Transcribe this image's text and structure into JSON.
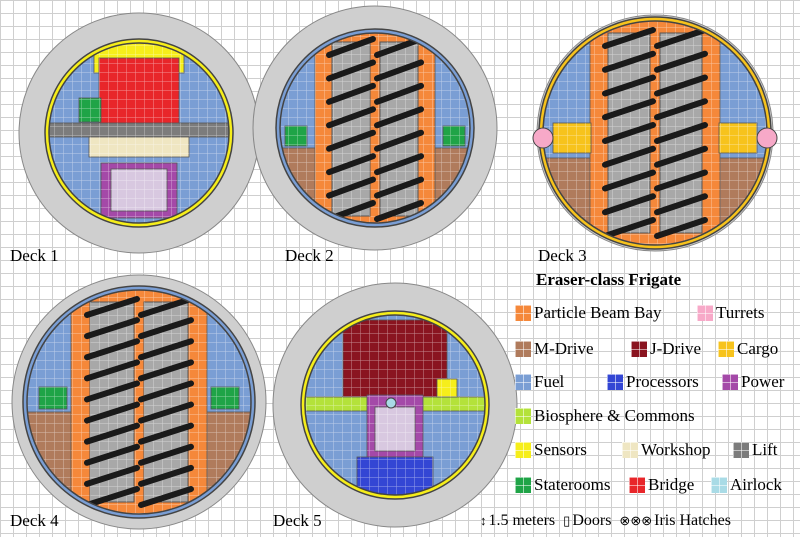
{
  "title": "Eraser-class Frigate",
  "decks": [
    {
      "label": "Deck 1"
    },
    {
      "label": "Deck 2"
    },
    {
      "label": "Deck 3"
    },
    {
      "label": "Deck 4"
    },
    {
      "label": "Deck 5"
    }
  ],
  "legend": [
    {
      "label": "Particle Beam Bay",
      "color": "#f5883a",
      "icon": "particle-beam-bay-swatch"
    },
    {
      "label": "Turrets",
      "color": "#f7a9c8",
      "icon": "turrets-swatch"
    },
    {
      "label": "M-Drive",
      "color": "#b07b5c",
      "icon": "m-drive-swatch"
    },
    {
      "label": "J-Drive",
      "color": "#8a1420",
      "icon": "j-drive-swatch"
    },
    {
      "label": "Cargo",
      "color": "#f7c31c",
      "icon": "cargo-swatch"
    },
    {
      "label": "Fuel",
      "color": "#7a9ed4",
      "icon": "fuel-swatch"
    },
    {
      "label": "Processors",
      "color": "#3346d4",
      "icon": "processors-swatch"
    },
    {
      "label": "Power",
      "color": "#a449a8",
      "icon": "power-swatch"
    },
    {
      "label": "Biosphere & Commons",
      "color": "#b4e23a",
      "icon": "biosphere-swatch"
    },
    {
      "label": "Sensors",
      "color": "#f6ee1a",
      "icon": "sensors-swatch"
    },
    {
      "label": "Workshop",
      "color": "#efe6c2",
      "icon": "workshop-swatch"
    },
    {
      "label": "Lift",
      "color": "#7c7c7c",
      "icon": "lift-swatch"
    },
    {
      "label": "Staterooms",
      "color": "#1fa447",
      "icon": "staterooms-swatch"
    },
    {
      "label": "Bridge",
      "color": "#e8262a",
      "icon": "bridge-swatch"
    },
    {
      "label": "Airlock",
      "color": "#a9dbe6",
      "icon": "airlock-swatch"
    }
  ],
  "notes": {
    "scale": "1.5 meters",
    "scale_icon": "↕",
    "doors": "Doors",
    "doors_icon": "▯",
    "iris": "Iris Hatches",
    "iris_icon": "⊗⊗⊗"
  },
  "colors": {
    "hull": "#cfcfcf",
    "outline": "#444444",
    "fuel": "#7a9ed4",
    "beam": "#f5883a",
    "sensor": "#f6ee1a",
    "bar": "#1a1a1a",
    "slot": "#a8a8a8"
  }
}
